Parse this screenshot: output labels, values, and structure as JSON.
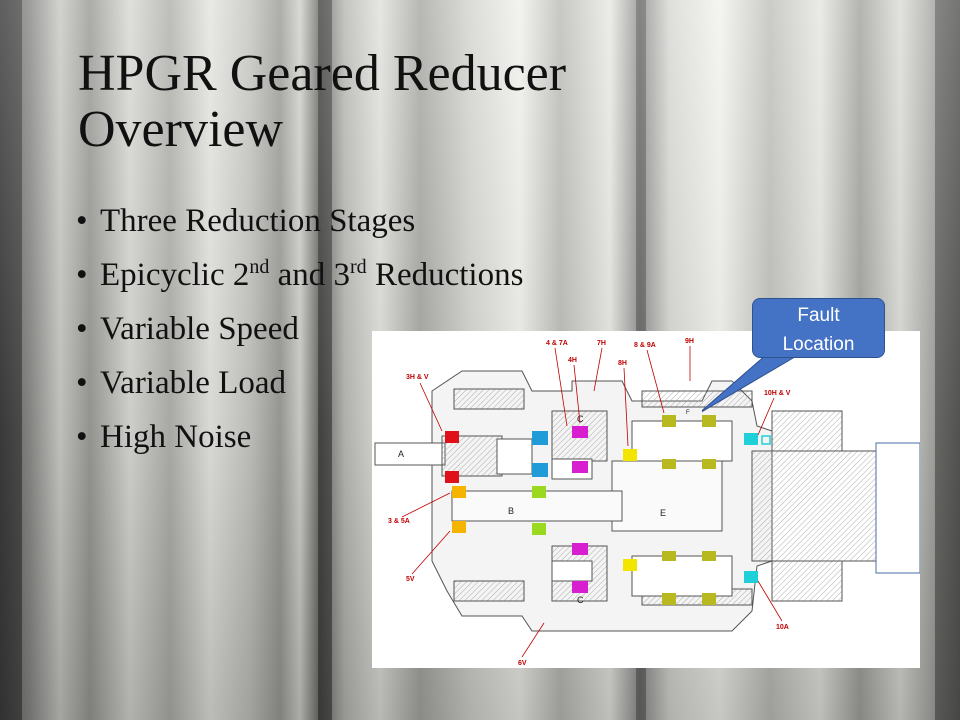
{
  "slide": {
    "title": "HPGR Geared Reducer Overview",
    "bullets": [
      {
        "text": "Three Reduction Stages"
      },
      {
        "pre": "Epicyclic 2",
        "sup1": "nd",
        "mid": " and 3",
        "sup2": "rd",
        "post": " Reductions"
      },
      {
        "text": "Variable Speed"
      },
      {
        "text": "Variable Load"
      },
      {
        "text": "High Noise"
      }
    ],
    "bullet_glyph": "•"
  },
  "callout": {
    "line1": "Fault",
    "line2": "Location",
    "color": "#4472c4"
  },
  "diagram": {
    "labels": {
      "l_3hv": "3H & V",
      "l_47a": "4 & 7A",
      "l_4h": "4H",
      "l_7h": "7H",
      "l_89a": "8 & 9A",
      "l_8h": "8H",
      "l_9h": "9H",
      "l_10hv": "10H & V",
      "l_35a": "3 & 5A",
      "l_5v": "5V",
      "l_6v": "6V",
      "l_10a": "10A"
    },
    "parts": {
      "a": "A",
      "b": "B",
      "c_top": "C",
      "c_bot": "C",
      "e": "E",
      "f": "F"
    },
    "colors": {
      "red": "#e0101a",
      "blue": "#1f9bd8",
      "magenta": "#d81fd0",
      "yellow": "#f2e600",
      "orange": "#f4b400",
      "green": "#9bd820",
      "olive": "#b8b820",
      "cyan": "#20d0d8"
    }
  }
}
